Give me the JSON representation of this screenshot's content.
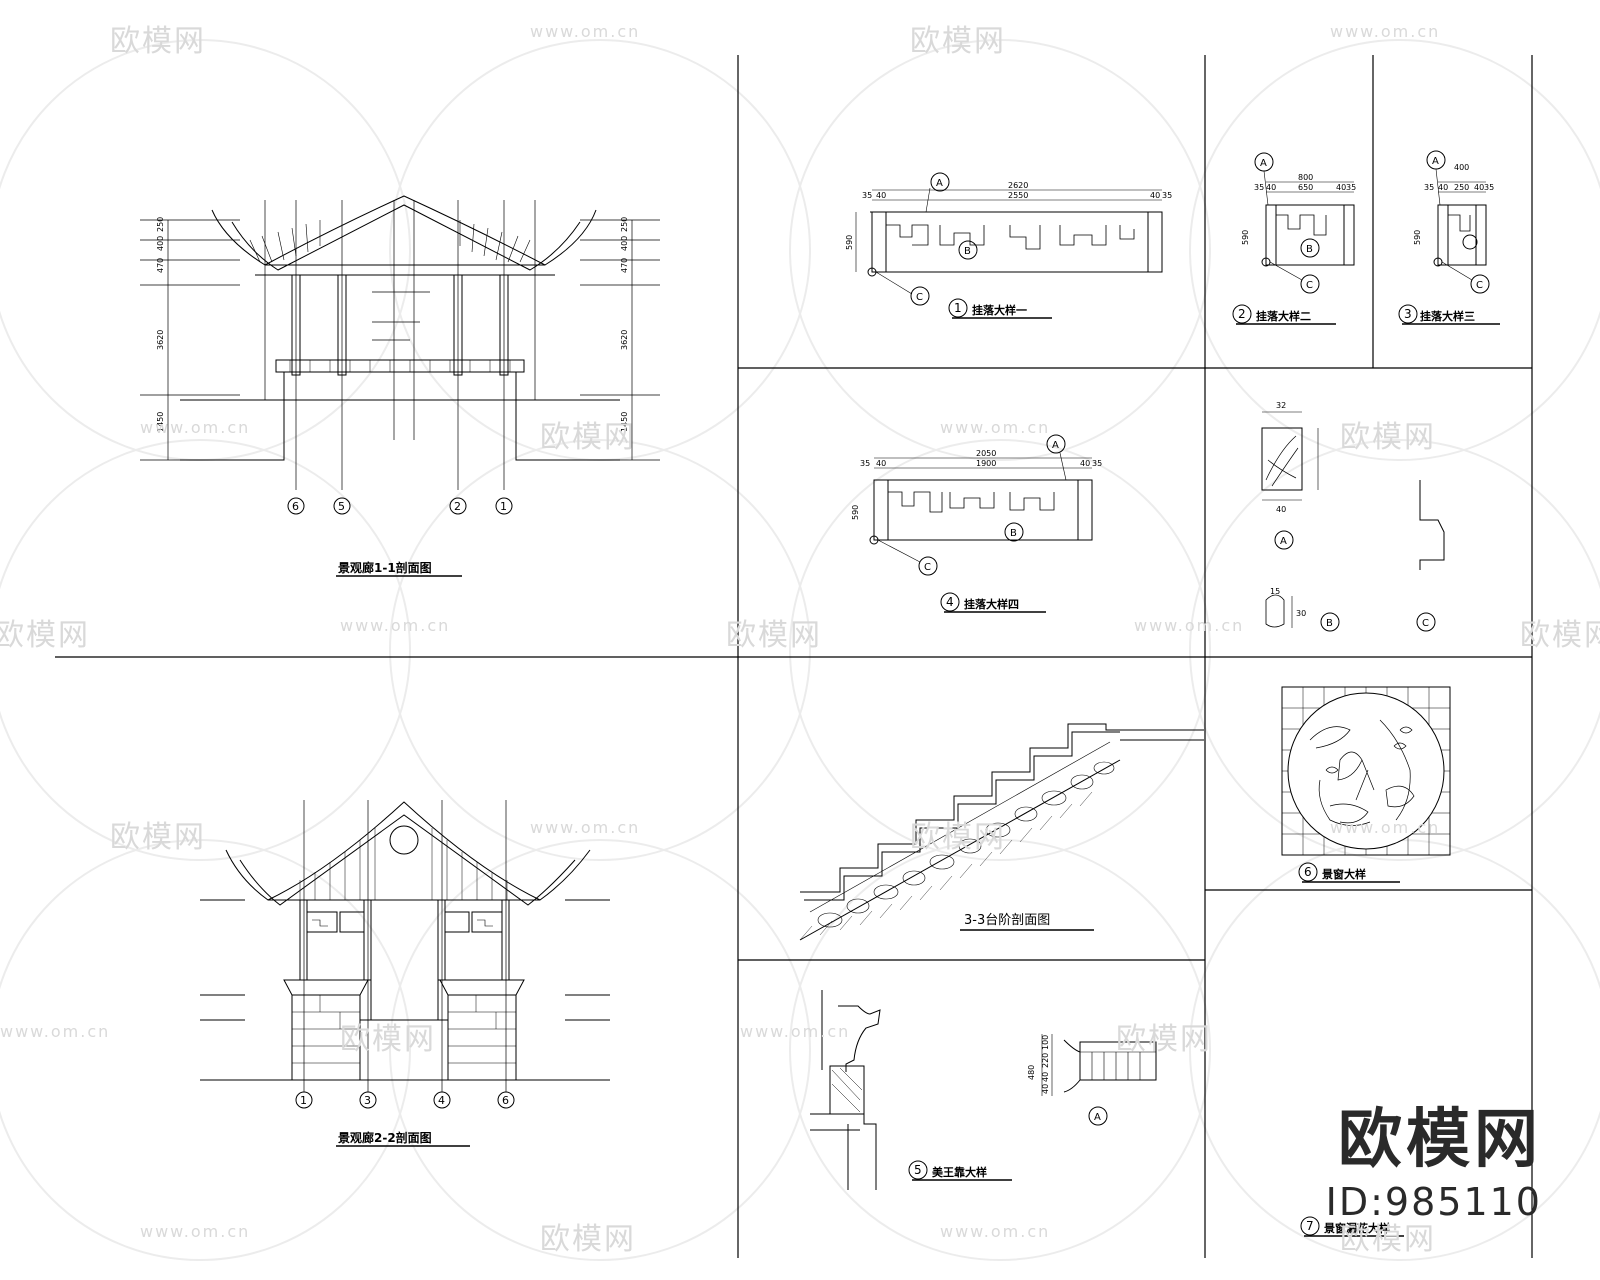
{
  "watermark": {
    "logo_text": "欧模网",
    "url_text": "www.om.cn"
  },
  "brand": {
    "logo": "欧模网",
    "id": "ID:985110"
  },
  "panels": {
    "section_1_1": {
      "caption": "景观廊1-1剖面图",
      "axis_labels": [
        "6",
        "5",
        "2",
        "1"
      ],
      "dims_left": [
        "1450",
        "3620",
        "470",
        "400",
        "250"
      ],
      "dims_right": [
        "1450",
        "3620",
        "470",
        "400",
        "250"
      ]
    },
    "section_2_2": {
      "caption": "景观廊2-2剖面图",
      "axis_labels": [
        "1",
        "3",
        "4",
        "6"
      ]
    },
    "detail_1": {
      "num": "1",
      "caption": "挂落大样一",
      "top_dim": "2620",
      "mid_dim": "2550",
      "side_dims": [
        "35",
        "40",
        "40",
        "35"
      ],
      "height": "590",
      "callouts": [
        "A",
        "B",
        "C"
      ]
    },
    "detail_2": {
      "num": "2",
      "caption": "挂落大样二",
      "top_dim": "800",
      "mid_dim": "650",
      "side_dims": [
        "35",
        "40",
        "40",
        "35"
      ],
      "height": "590",
      "callouts": [
        "A",
        "B",
        "C"
      ]
    },
    "detail_3": {
      "num": "3",
      "caption": "挂落大样三",
      "top_dim": "400",
      "mid_dim": "250",
      "side_dims": [
        "35",
        "40",
        "40",
        "35"
      ],
      "height": "590",
      "callouts": [
        "A",
        "C"
      ]
    },
    "detail_4": {
      "num": "4",
      "caption": "挂落大样四",
      "top_dim": "2050",
      "mid_dim": "1900",
      "side_dims": [
        "35",
        "40",
        "40",
        "35"
      ],
      "height": "590",
      "callouts": [
        "A",
        "B",
        "C"
      ]
    },
    "detail_abc": {
      "a_label": "A",
      "b_label": "B",
      "c_label": "C",
      "a_width": "32",
      "a_height": "40",
      "b_dims": [
        "15",
        "30"
      ]
    },
    "stairs": {
      "caption": "3-3台阶剖面图"
    },
    "detail_5": {
      "num": "5",
      "caption": "美王靠大样",
      "dims": [
        "480",
        "40",
        "40",
        "220",
        "100"
      ],
      "callout": "A"
    },
    "detail_6": {
      "num": "6",
      "caption": "景窗大样"
    },
    "detail_7": {
      "num": "7",
      "caption": "景窗漏花大样"
    }
  }
}
